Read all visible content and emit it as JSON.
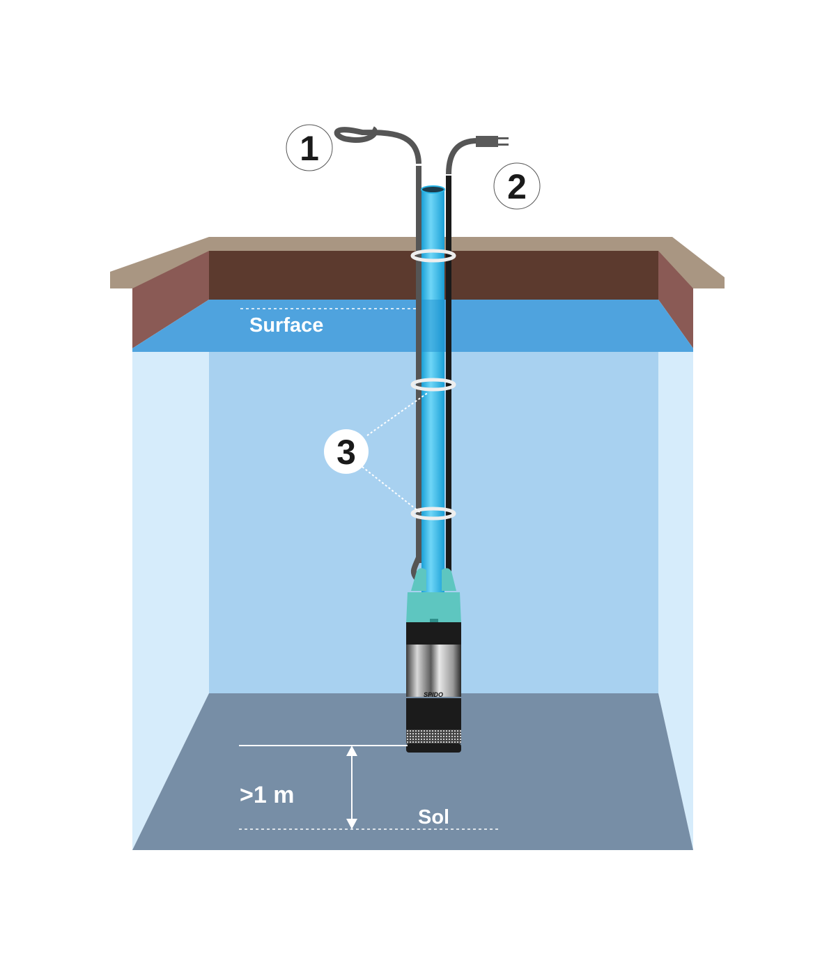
{
  "labels": {
    "surface": "Surface",
    "floor": "Sol",
    "min_distance": ">1 m",
    "callout_1": "1",
    "callout_2": "2",
    "callout_3": "3",
    "brand": "SPIDO"
  },
  "colors": {
    "ground_top": "#a99682",
    "ground_front": "#5c3a2e",
    "ground_side": "#8a5a55",
    "water_back": "#a8d1f0",
    "water_side": "#d6ecfb",
    "water_surface": "#4fa3de",
    "floor": "#778ea6",
    "pipe": "#29b6e8",
    "pump_teal": "#5ec6c0"
  }
}
